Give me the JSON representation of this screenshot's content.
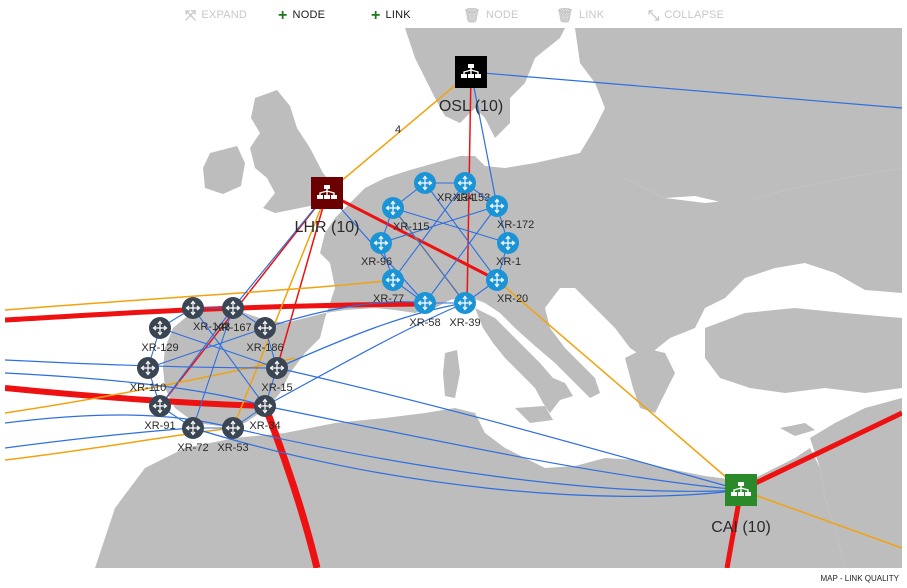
{
  "toolbar": {
    "items": [
      {
        "label": "EXPAND",
        "icon": "expand-icon",
        "enabled": false
      },
      {
        "label": "NODE",
        "icon": "plus-icon",
        "enabled": true
      },
      {
        "label": "LINK",
        "icon": "plus-icon",
        "enabled": true
      },
      {
        "label": "NODE",
        "icon": "trash-icon",
        "enabled": false
      },
      {
        "label": "LINK",
        "icon": "trash-icon",
        "enabled": false
      },
      {
        "label": "COLLAPSE",
        "icon": "collapse-icon",
        "enabled": false
      }
    ]
  },
  "hubs": [
    {
      "id": "OSL",
      "label": "OSL (10)",
      "color": "#000000"
    },
    {
      "id": "LHR",
      "label": "LHR (10)",
      "color": "#6b0000"
    },
    {
      "id": "CAI",
      "label": "CAI (10)",
      "color": "#2a8a2a"
    }
  ],
  "link_labels": [
    {
      "text": "4"
    }
  ],
  "routers": [
    {
      "id": "XR-134",
      "label": "XR-134",
      "style": "blue"
    },
    {
      "id": "XR-153",
      "label": "XR-153",
      "style": "blue"
    },
    {
      "id": "XR-115",
      "label": "XR-115",
      "style": "blue"
    },
    {
      "id": "XR-172",
      "label": "XR-172",
      "style": "blue"
    },
    {
      "id": "XR-96",
      "label": "XR-96",
      "style": "blue"
    },
    {
      "id": "XR-1",
      "label": "XR-1",
      "style": "blue"
    },
    {
      "id": "XR-77",
      "label": "XR-77",
      "style": "blue"
    },
    {
      "id": "XR-20",
      "label": "XR-20",
      "style": "blue"
    },
    {
      "id": "XR-58",
      "label": "XR-58",
      "style": "blue"
    },
    {
      "id": "XR-39",
      "label": "XR-39",
      "style": "blue"
    },
    {
      "id": "XR-148",
      "label": "XR-148",
      "style": "dark"
    },
    {
      "id": "XR-167",
      "label": "XR-167",
      "style": "dark"
    },
    {
      "id": "XR-129",
      "label": "XR-129",
      "style": "dark"
    },
    {
      "id": "XR-186",
      "label": "XR-186",
      "style": "dark"
    },
    {
      "id": "XR-110",
      "label": "XR-110",
      "style": "dark"
    },
    {
      "id": "XR-15",
      "label": "XR-15",
      "style": "dark"
    },
    {
      "id": "XR-91",
      "label": "XR-91",
      "style": "dark"
    },
    {
      "id": "XR-34",
      "label": "XR-34",
      "style": "dark"
    },
    {
      "id": "XR-72",
      "label": "XR-72",
      "style": "dark"
    },
    {
      "id": "XR-53",
      "label": "XR-53",
      "style": "dark"
    }
  ],
  "colors": {
    "good": "#2f6fe0",
    "warn": "#f2a20d",
    "bad": "#ee1111",
    "land": "#bdbdbd",
    "sea": "#ffffff",
    "router_blue": "#1a94d6",
    "router_dark": "#3b4655"
  },
  "footer": {
    "label": "MAP - LINK QUALITY"
  }
}
